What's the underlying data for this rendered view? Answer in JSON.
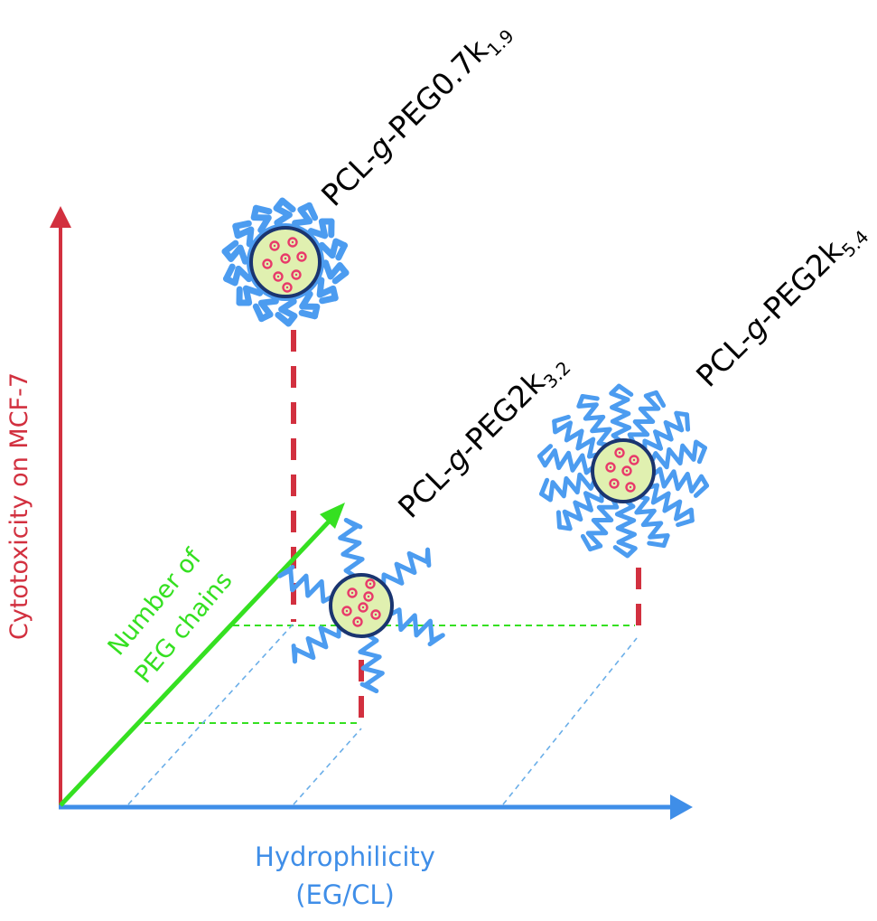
{
  "colors": {
    "cytotoxicity_axis": "#d2303f",
    "hydrophilicity_axis": "#3f8ee8",
    "peg_axis": "#35e021",
    "micelle_shell": "#4c9cf0",
    "micelle_core": "#e0f0b0",
    "micelle_core_border": "#1a3570",
    "drug_dot": "#e83a6a",
    "guide_green": "#35e021",
    "guide_blue": "#6aaee8",
    "drop_red": "#d2303f",
    "text": "#000000"
  },
  "axes": {
    "y_label": "Cytotoxicity on MCF-7",
    "x_label_line1": "Hydrophilicity",
    "x_label_line2": "(EG/CL)",
    "diag_label_line1": "Number of",
    "diag_label_line2": "PEG chains"
  },
  "micelles": [
    {
      "id": "peg07k19",
      "label_main": "PCL-",
      "label_g": "g",
      "label_rest": "-PEG0.7k",
      "label_sub": "1.9",
      "arm_style": "short",
      "arm_count": 14
    },
    {
      "id": "peg2k32",
      "label_main": "PCL-",
      "label_g": "g",
      "label_rest": "-PEG2k",
      "label_sub": "3.2",
      "arm_style": "sparse",
      "arm_count": 6
    },
    {
      "id": "peg2k54",
      "label_main": "PCL-",
      "label_g": "g",
      "label_rest": "-PEG2k",
      "label_sub": "5.4",
      "arm_style": "dense",
      "arm_count": 14
    }
  ]
}
